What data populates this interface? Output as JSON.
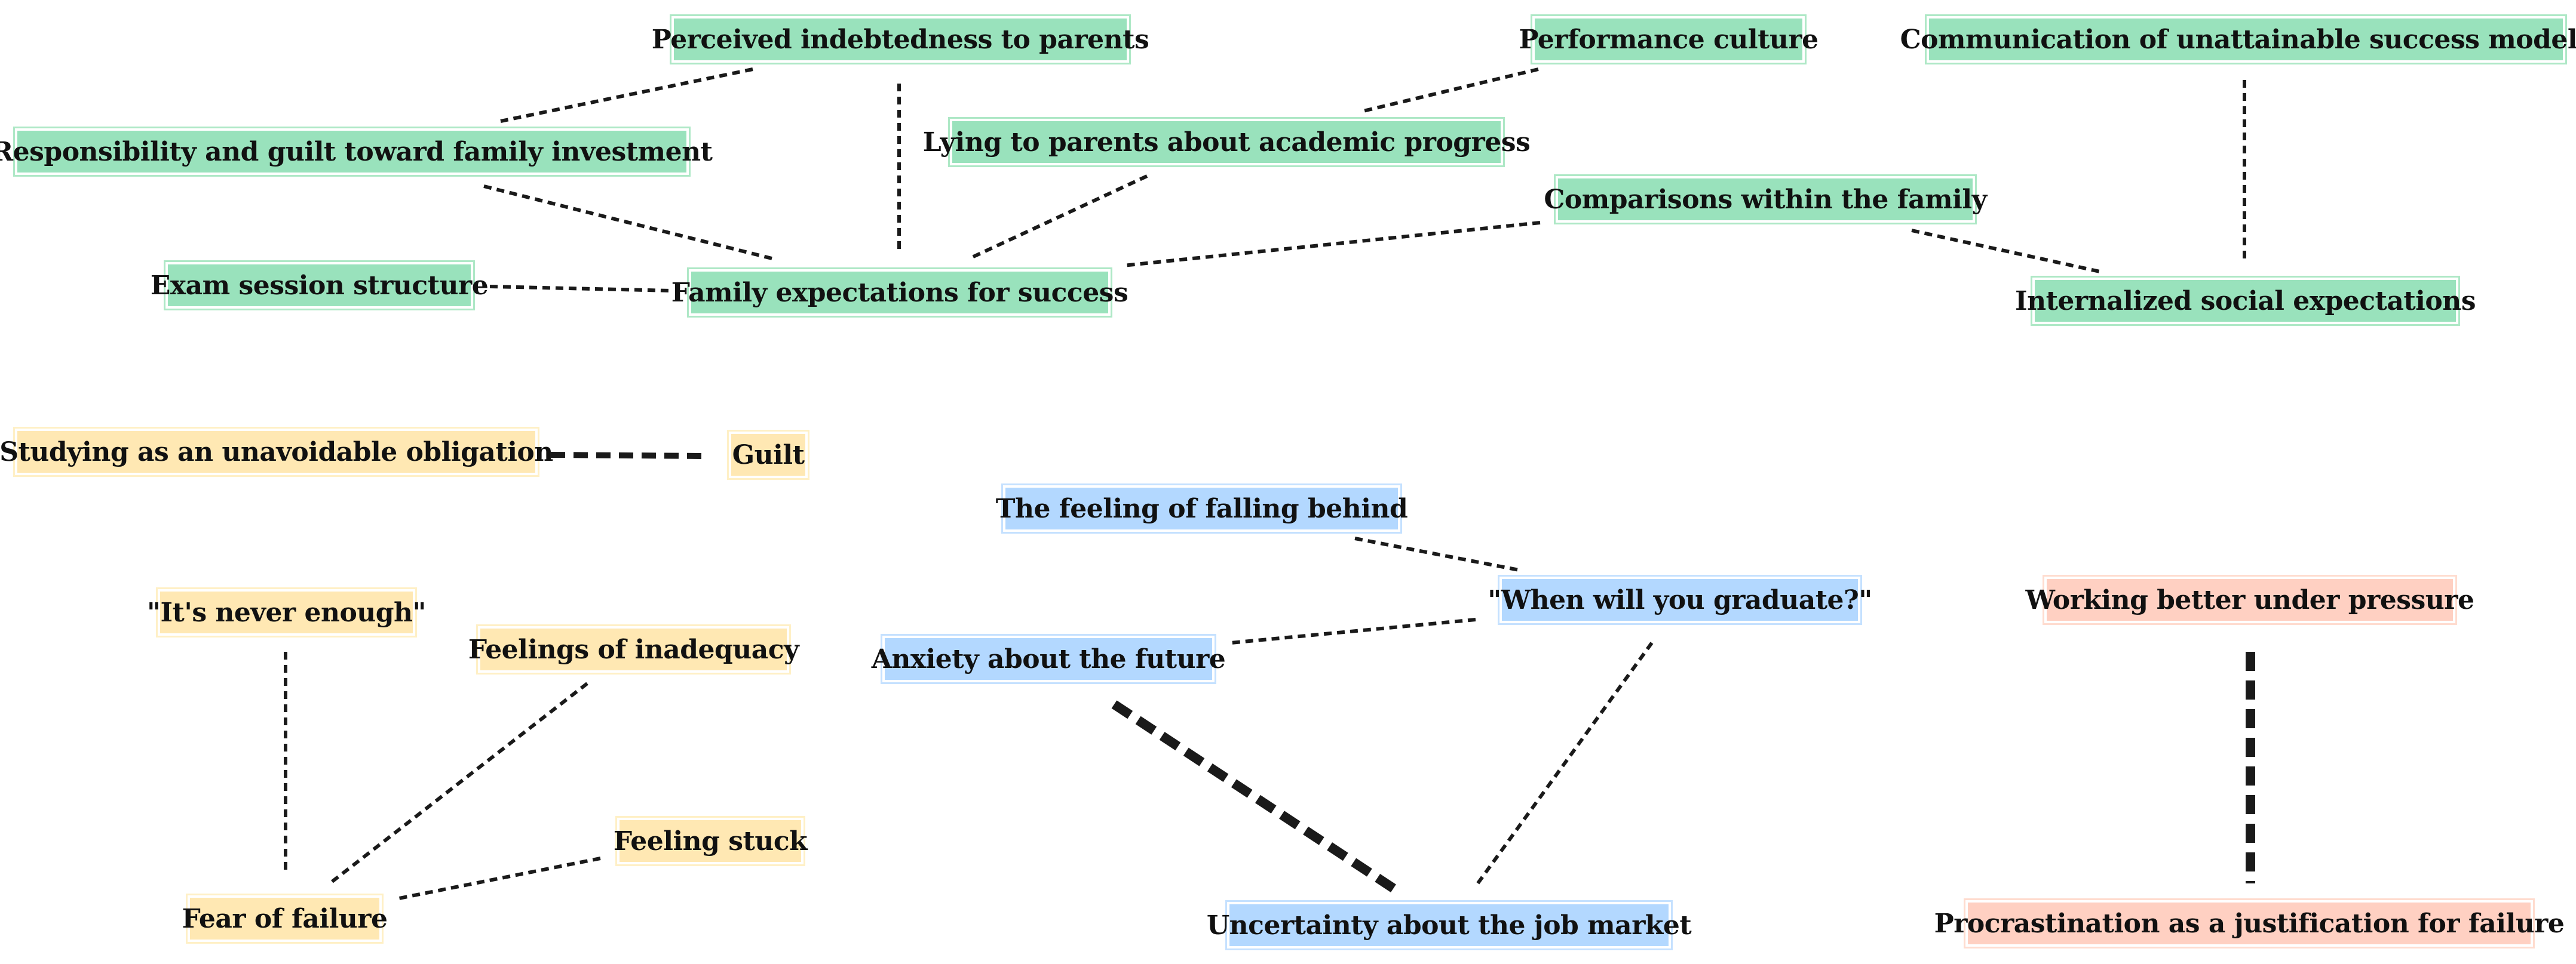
{
  "colors": {
    "green": "#99e2bc",
    "yellow": "#ffe8b3",
    "blue": "#b3d8ff",
    "red": "#ffd0c2",
    "edge": "#1a1a1a"
  },
  "nodes": {
    "perceived_indebtedness": "Perceived indebtedness to parents",
    "performance_culture": "Performance culture",
    "communication_success_models": "Communication of unattainable success models",
    "responsibility_guilt": "Responsibility and guilt toward family investment",
    "lying_to_parents": "Lying to parents about academic progress",
    "comparisons_family": "Comparisons within the family",
    "exam_session": "Exam session structure",
    "family_expectations": "Family expectations for success",
    "internalized_expectations": "Internalized social expectations",
    "studying_obligation": "Studying as an unavoidable obligation",
    "guilt": "Guilt",
    "falling_behind": "The feeling of falling behind",
    "when_graduate": "\"When will you graduate?\"",
    "anxiety_future": "Anxiety about the future",
    "never_enough": "\"It's never enough\"",
    "inadequacy": "Feelings of inadequacy",
    "feeling_stuck": "Feeling stuck",
    "fear_failure": "Fear of failure",
    "job_market": "Uncertainty about the job market",
    "working_pressure": "Working better under pressure",
    "procrastination": "Procrastination as a justification for failure"
  },
  "edges": [
    {
      "from": "perceived_indebtedness",
      "to": "responsibility_guilt",
      "weight": "thin"
    },
    {
      "from": "perceived_indebtedness",
      "to": "family_expectations",
      "weight": "thin"
    },
    {
      "from": "responsibility_guilt",
      "to": "family_expectations",
      "weight": "thin"
    },
    {
      "from": "performance_culture",
      "to": "lying_to_parents",
      "weight": "thin"
    },
    {
      "from": "lying_to_parents",
      "to": "family_expectations",
      "weight": "thin"
    },
    {
      "from": "exam_session",
      "to": "family_expectations",
      "weight": "thin"
    },
    {
      "from": "comparisons_family",
      "to": "family_expectations",
      "weight": "thin"
    },
    {
      "from": "comparisons_family",
      "to": "internalized_expectations",
      "weight": "thin"
    },
    {
      "from": "communication_success_models",
      "to": "internalized_expectations",
      "weight": "thin"
    },
    {
      "from": "studying_obligation",
      "to": "guilt",
      "weight": "medium"
    },
    {
      "from": "falling_behind",
      "to": "when_graduate",
      "weight": "thin"
    },
    {
      "from": "when_graduate",
      "to": "anxiety_future",
      "weight": "thin"
    },
    {
      "from": "when_graduate",
      "to": "job_market",
      "weight": "thin"
    },
    {
      "from": "anxiety_future",
      "to": "job_market",
      "weight": "thick"
    },
    {
      "from": "never_enough",
      "to": "fear_failure",
      "weight": "thin"
    },
    {
      "from": "inadequacy",
      "to": "fear_failure",
      "weight": "thin"
    },
    {
      "from": "feeling_stuck",
      "to": "fear_failure",
      "weight": "thin"
    },
    {
      "from": "working_pressure",
      "to": "procrastination",
      "weight": "thick"
    }
  ]
}
